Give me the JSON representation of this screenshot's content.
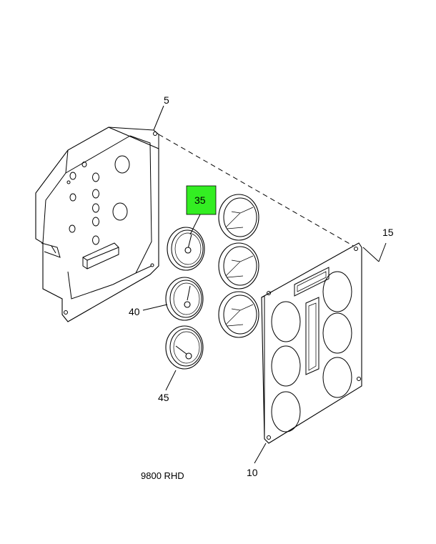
{
  "callouts": {
    "c5": "5",
    "c15": "15",
    "c35": "35",
    "c40": "40",
    "c45": "45",
    "c10": "10"
  },
  "caption": "9800 RHD",
  "highlight_color": "#33ee22"
}
